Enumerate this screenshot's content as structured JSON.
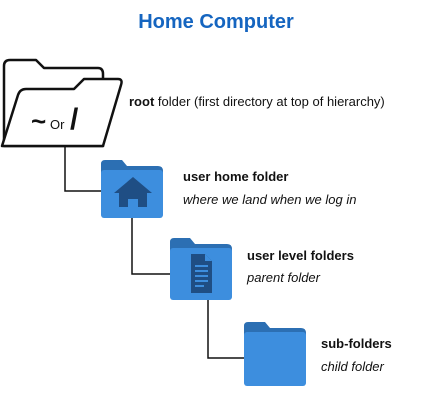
{
  "title": "Home Computer",
  "root": {
    "name": "root",
    "desc": " folder (first directory at top of hierarchy)",
    "tilde": "~",
    "or": "Or",
    "slash": "/"
  },
  "home": {
    "name": "user home folder",
    "desc": "where we land when we log in",
    "icon": "house-icon"
  },
  "level": {
    "name": "user level folders",
    "desc": "parent folder",
    "icon": "document-icon"
  },
  "sub": {
    "name": "sub-folders",
    "desc": "child folder"
  },
  "colors": {
    "title": "#1565c0",
    "folder_blue": "#3d8ede",
    "folder_tab": "#2c6fb3",
    "icon_dark": "#1f4e84"
  }
}
